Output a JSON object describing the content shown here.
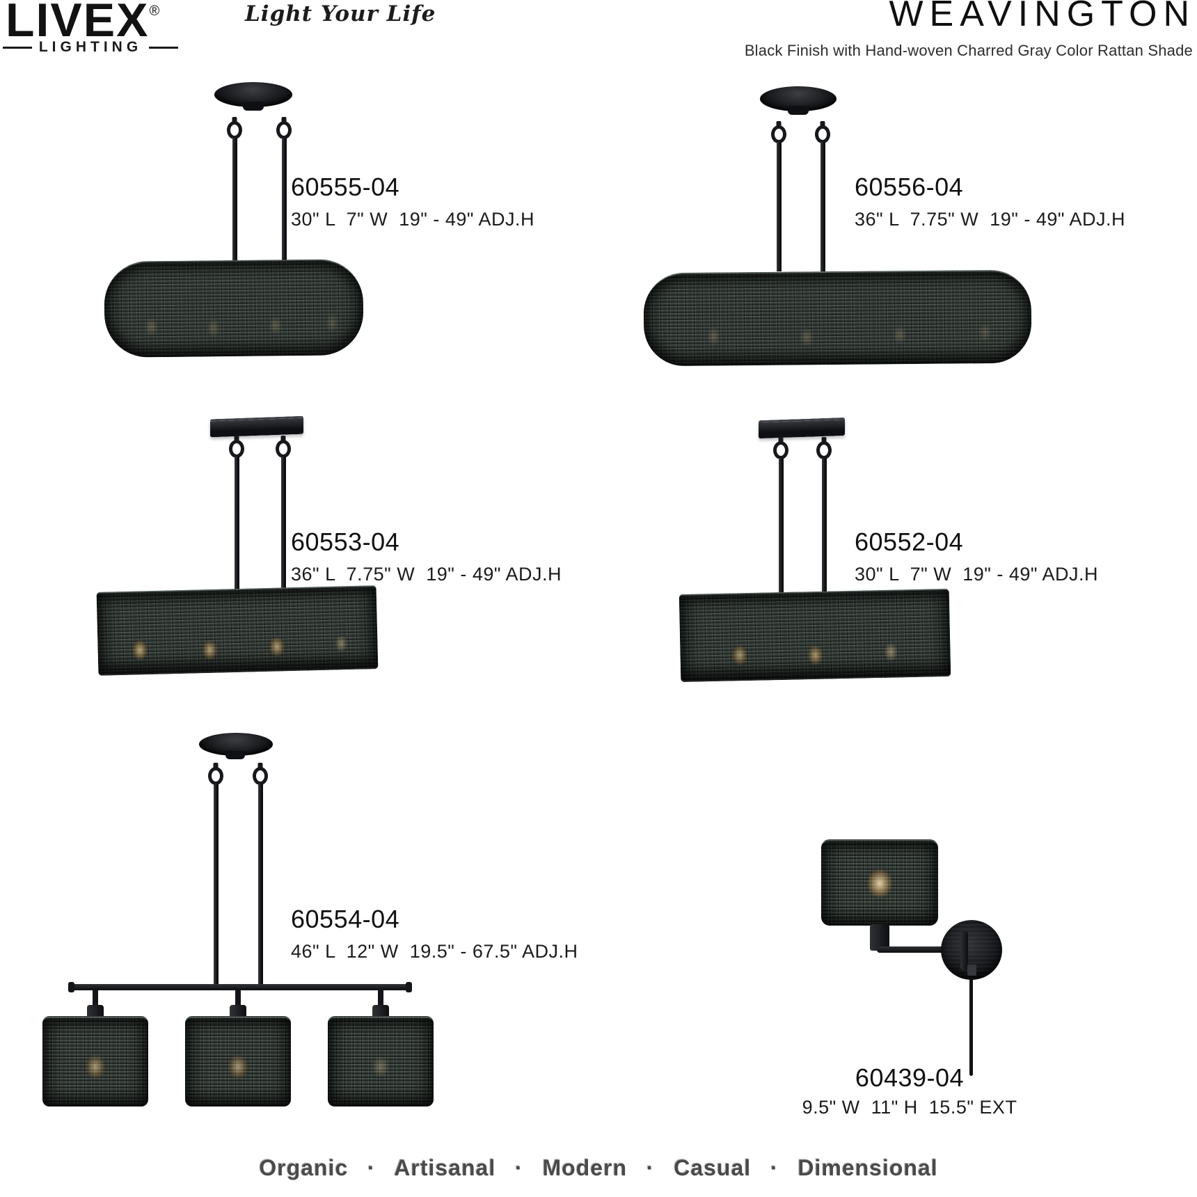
{
  "header": {
    "brand": {
      "wordmark": "LIVEX",
      "registered": "®",
      "sub_label": "LIGHTING"
    },
    "slogan": "Light Your Life",
    "collection": {
      "name": "WEAVINGTON",
      "description": "Black Finish with Hand-woven Charred Gray Color Rattan Shade"
    }
  },
  "products": [
    {
      "sku": "60555-04",
      "dimensions": "30\" L  7\" W  19\" - 49\" ADJ.H"
    },
    {
      "sku": "60556-04",
      "dimensions": "36\" L  7.75\" W  19\" - 49\" ADJ.H"
    },
    {
      "sku": "60553-04",
      "dimensions": "36\" L  7.75\" W  19\" - 49\" ADJ.H"
    },
    {
      "sku": "60552-04",
      "dimensions": "30\" L  7\" W  19\" - 49\" ADJ.H"
    },
    {
      "sku": "60554-04",
      "dimensions": "46\" L  12\" W  19.5\" - 67.5\" ADJ.H"
    },
    {
      "sku": "60439-04",
      "dimensions": "9.5\" W  11\" H  15.5\" EXT"
    }
  ],
  "footer": {
    "tagline": "Organic  ·  Artisanal  ·  Modern  ·  Casual  ·  Dimensional"
  },
  "colors": {
    "rattan": "#3b433d",
    "rattan-light": "#6a766e",
    "metal": "#141518",
    "glow": "#d9a964",
    "text": "#141414"
  }
}
